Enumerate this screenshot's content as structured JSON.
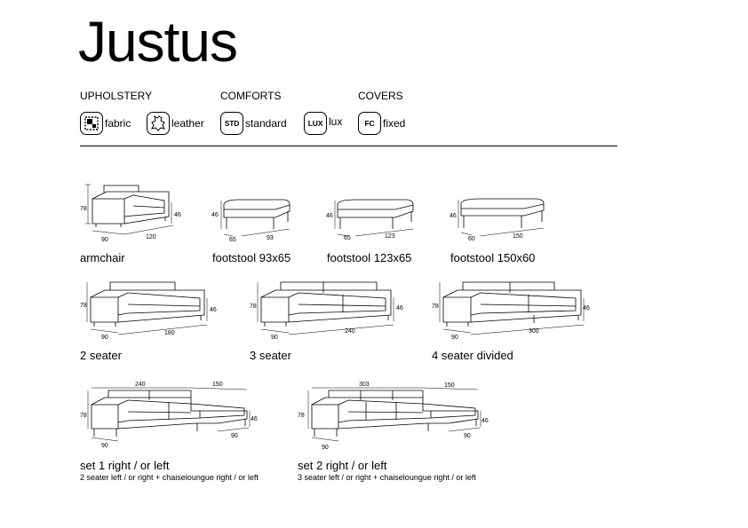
{
  "title": "Justus",
  "headings": {
    "upholstery": "UPHOLSTERY",
    "comforts": "COMFORTS",
    "covers": "COVERS"
  },
  "options": {
    "fabric": "fabric",
    "leather": "leather",
    "std_code": "STD",
    "std": "standard",
    "lux_code": "LUX",
    "lux": "lux",
    "fc_code": "FC",
    "fixed": "fixed"
  },
  "products": {
    "armchair": {
      "name": "armchair",
      "height": "78",
      "seat": "46",
      "depth": "90",
      "width": "120"
    },
    "footstool_93": {
      "name": "footstool 93x65",
      "height": "46",
      "depth": "65",
      "width": "93"
    },
    "footstool_123": {
      "name": "footstool 123x65",
      "height": "46",
      "depth": "65",
      "width": "123"
    },
    "footstool_150": {
      "name": "footstool 150x60",
      "height": "46",
      "depth": "60",
      "width": "150"
    },
    "seater2": {
      "name": "2 seater",
      "height": "78",
      "seat": "46",
      "depth": "90",
      "width": "180"
    },
    "seater3": {
      "name": "3 seater",
      "height": "78",
      "seat": "46",
      "depth": "90",
      "width": "240"
    },
    "seater4": {
      "name": "4 seater divided",
      "height": "78",
      "seat": "46",
      "depth": "90",
      "width": "300"
    },
    "set1": {
      "name": "set 1 right / or left",
      "desc": "2 seater left / or right + chaiseloungue right / or left",
      "width": "240",
      "chaise": "150",
      "height": "78",
      "seat": "46",
      "depth": "90",
      "chaise_depth": "90"
    },
    "set2": {
      "name": "set 2 right / or left",
      "desc": "3 seater left / or right + chaiseloungue right / or left",
      "width": "303",
      "chaise": "150",
      "height": "78",
      "seat": "46",
      "depth": "90",
      "chaise_depth": "90"
    }
  }
}
